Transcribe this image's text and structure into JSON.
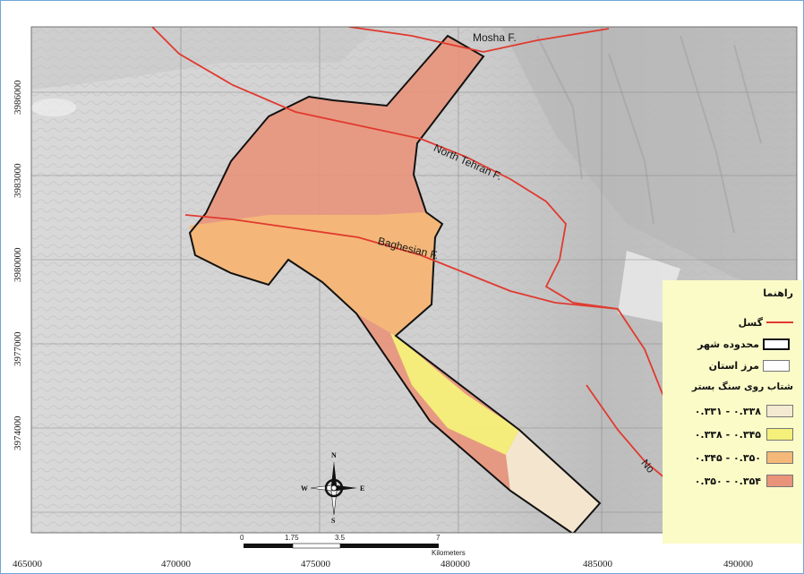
{
  "axes": {
    "x_ticks": [
      "465000",
      "470000",
      "475000",
      "480000",
      "485000",
      "490000"
    ],
    "y_ticks": [
      "3986000",
      "3983000",
      "3980000",
      "3977000",
      "3974000"
    ]
  },
  "faults": [
    {
      "name": "Mosha F."
    },
    {
      "name": "North Tehran F."
    },
    {
      "name": "Baghesian F."
    },
    {
      "name": "No"
    }
  ],
  "legend": {
    "title": "راهنما",
    "fault_label": "گسل",
    "city_label": "محدوده شهر",
    "province_label": "مرز استان",
    "pga_heading": "شتاب روی سنگ بستر",
    "classes": [
      {
        "label": "۰.۳۳۱ - ۰.۳۳۸",
        "color": "#f4ead2"
      },
      {
        "label": "۰.۳۳۸ - ۰.۳۴۵",
        "color": "#f4f07a"
      },
      {
        "label": "۰.۳۴۵ - ۰.۳۵۰",
        "color": "#f4b878"
      },
      {
        "label": "۰.۳۵۰ - ۰.۳۵۴",
        "color": "#e9937a"
      }
    ]
  },
  "scale_bar": {
    "ticks": [
      "0",
      "1.75",
      "3.5",
      "7"
    ],
    "unit": "Kilometers"
  },
  "compass": {
    "n": "N",
    "s": "S",
    "e": "E",
    "w": "W"
  },
  "colors": {
    "fault_line": "#e03a2f",
    "city_border": "#111111",
    "frame": "#6fa6d8",
    "legend_bg": "#fbfbc8",
    "grid": "#8a8a8a"
  }
}
